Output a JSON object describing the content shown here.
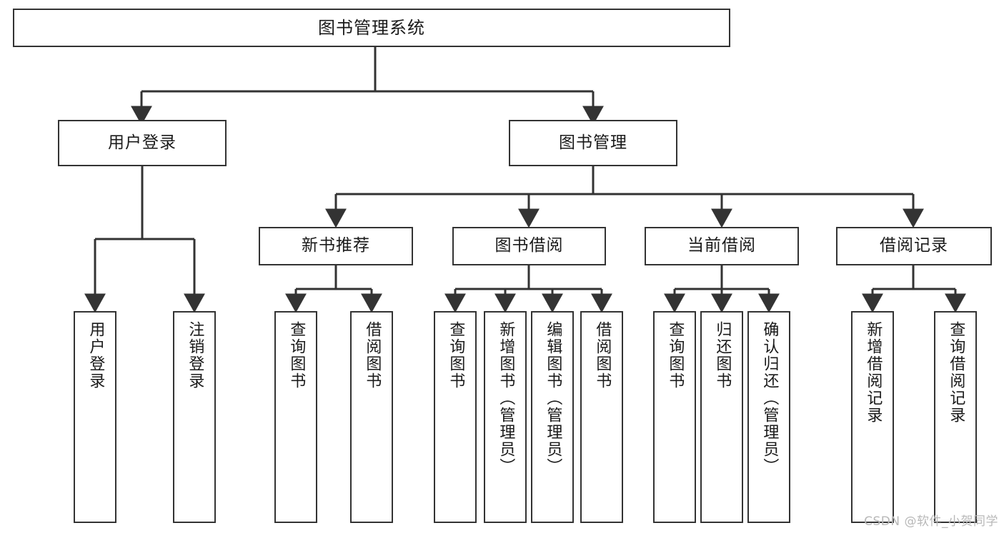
{
  "diagram": {
    "title": "图书管理系统",
    "type": "功能结构图",
    "watermark": "CSDN @软件_小贺同学",
    "colors": {
      "node_border": "#333333",
      "node_fill": "#ffffff",
      "edge": "#333333",
      "text": "#1a1a1a",
      "watermark": "#b8b8b8",
      "background": "#ffffff"
    },
    "root": {
      "label": "图书管理系统",
      "orientation": "horizontal"
    },
    "level1": [
      {
        "id": "user-login",
        "label": "用户登录",
        "orientation": "horizontal"
      },
      {
        "id": "book-manage",
        "label": "图书管理",
        "orientation": "horizontal"
      }
    ],
    "level2": [
      {
        "id": "new-book-recommend",
        "label": "新书推荐",
        "orientation": "horizontal",
        "parent": "book-manage"
      },
      {
        "id": "book-borrow",
        "label": "图书借阅",
        "orientation": "horizontal",
        "parent": "book-manage"
      },
      {
        "id": "current-borrow",
        "label": "当前借阅",
        "orientation": "horizontal",
        "parent": "book-manage"
      },
      {
        "id": "borrow-record",
        "label": "借阅记录",
        "orientation": "horizontal",
        "parent": "book-manage"
      }
    ],
    "leaves": [
      {
        "id": "leaf-user-login",
        "label": "用户登录",
        "parent": "user-login",
        "orientation": "vertical"
      },
      {
        "id": "leaf-user-logout",
        "label": "注销登录",
        "parent": "user-login",
        "orientation": "vertical"
      },
      {
        "id": "leaf-query-book-1",
        "label": "查询图书",
        "parent": "new-book-recommend",
        "orientation": "vertical"
      },
      {
        "id": "leaf-borrow-book-1",
        "label": "借阅图书",
        "parent": "new-book-recommend",
        "orientation": "vertical"
      },
      {
        "id": "leaf-query-book-2",
        "label": "查询图书",
        "parent": "book-borrow",
        "orientation": "vertical"
      },
      {
        "id": "leaf-add-book",
        "label": "新增图书（管理员）",
        "parent": "book-borrow",
        "orientation": "vertical"
      },
      {
        "id": "leaf-edit-book",
        "label": "编辑图书（管理员）",
        "parent": "book-borrow",
        "orientation": "vertical"
      },
      {
        "id": "leaf-borrow-book-2",
        "label": "借阅图书",
        "parent": "book-borrow",
        "orientation": "vertical"
      },
      {
        "id": "leaf-query-book-3",
        "label": "查询图书",
        "parent": "current-borrow",
        "orientation": "vertical"
      },
      {
        "id": "leaf-return-book",
        "label": "归还图书",
        "parent": "current-borrow",
        "orientation": "vertical"
      },
      {
        "id": "leaf-confirm-return",
        "label": "确认归还（管理员）",
        "parent": "current-borrow",
        "orientation": "vertical"
      },
      {
        "id": "leaf-add-record",
        "label": "新增借阅记录",
        "parent": "borrow-record",
        "orientation": "vertical"
      },
      {
        "id": "leaf-query-record",
        "label": "查询借阅记录",
        "parent": "borrow-record",
        "orientation": "vertical"
      }
    ]
  }
}
